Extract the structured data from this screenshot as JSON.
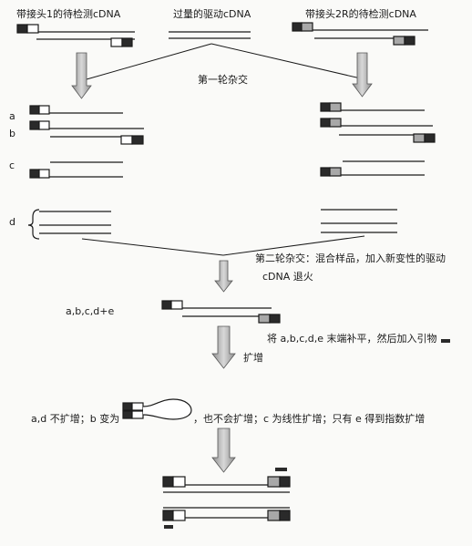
{
  "header": {
    "left": "带接头1的待检测cDNA",
    "middle": "过量的驱动cDNA",
    "right": "带接头2R的待检测cDNA"
  },
  "labels": {
    "round1": "第一轮杂交",
    "a": "a",
    "b": "b",
    "c": "c",
    "d": "d",
    "round2_line1": "第二轮杂交：混合样品，加入新变性的驱动",
    "round2_line2": "cDNA 退火",
    "abcde": "a,b,c,d+e",
    "fill_in": "将 a,b,c,d,e 末端补平，然后加入引物",
    "amplify": "扩增",
    "result_part1": "a,d 不扩增；b 变为",
    "result_part2": "，也不会扩增；c 为线性扩增；只有 e 得到指数扩增"
  },
  "colors": {
    "ink": "#1a1a1a",
    "adapter_dark": "#2a2a2a",
    "adapter_gray": "#a8a8a8",
    "arrow_fill": "#b5b5b5",
    "arrow_stroke": "#555555"
  }
}
